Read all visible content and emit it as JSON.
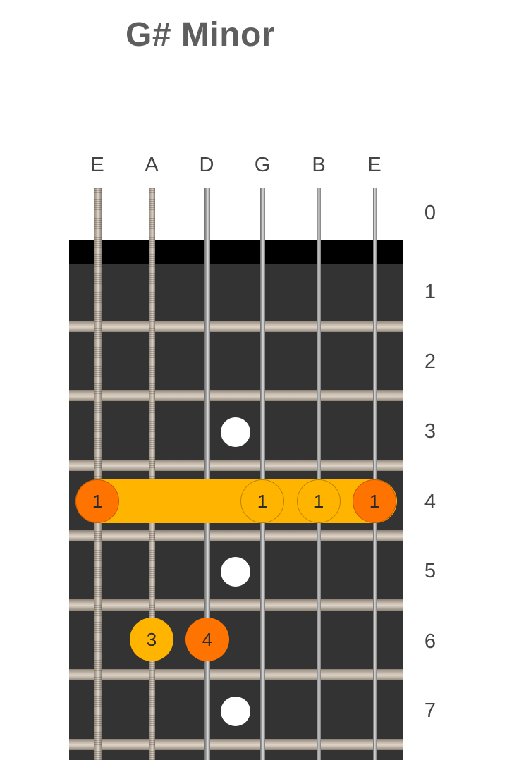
{
  "title": "G# Minor",
  "strings": [
    "E",
    "A",
    "D",
    "G",
    "B",
    "E"
  ],
  "frets": [
    "0",
    "1",
    "2",
    "3",
    "4",
    "5",
    "6",
    "7"
  ],
  "colors": {
    "fingerboard": "#333333",
    "nut": "#000000",
    "root_note": "#ff7300",
    "chord_tone": "#ffb400",
    "inlay": "#ffffff"
  },
  "inlay_frets": [
    "3",
    "5",
    "7"
  ],
  "barre": {
    "fret": "4",
    "from_string": "E",
    "to_string": "E"
  },
  "fingerings": [
    {
      "string": "E",
      "fret": "4",
      "finger": "1",
      "role": "root"
    },
    {
      "string": "G",
      "fret": "4",
      "finger": "1",
      "role": "chord-tone"
    },
    {
      "string": "B",
      "fret": "4",
      "finger": "1",
      "role": "chord-tone"
    },
    {
      "string": "E",
      "fret": "4",
      "finger": "1",
      "role": "root"
    },
    {
      "string": "A",
      "fret": "6",
      "finger": "3",
      "role": "chord-tone"
    },
    {
      "string": "D",
      "fret": "6",
      "finger": "4",
      "role": "root"
    }
  ]
}
